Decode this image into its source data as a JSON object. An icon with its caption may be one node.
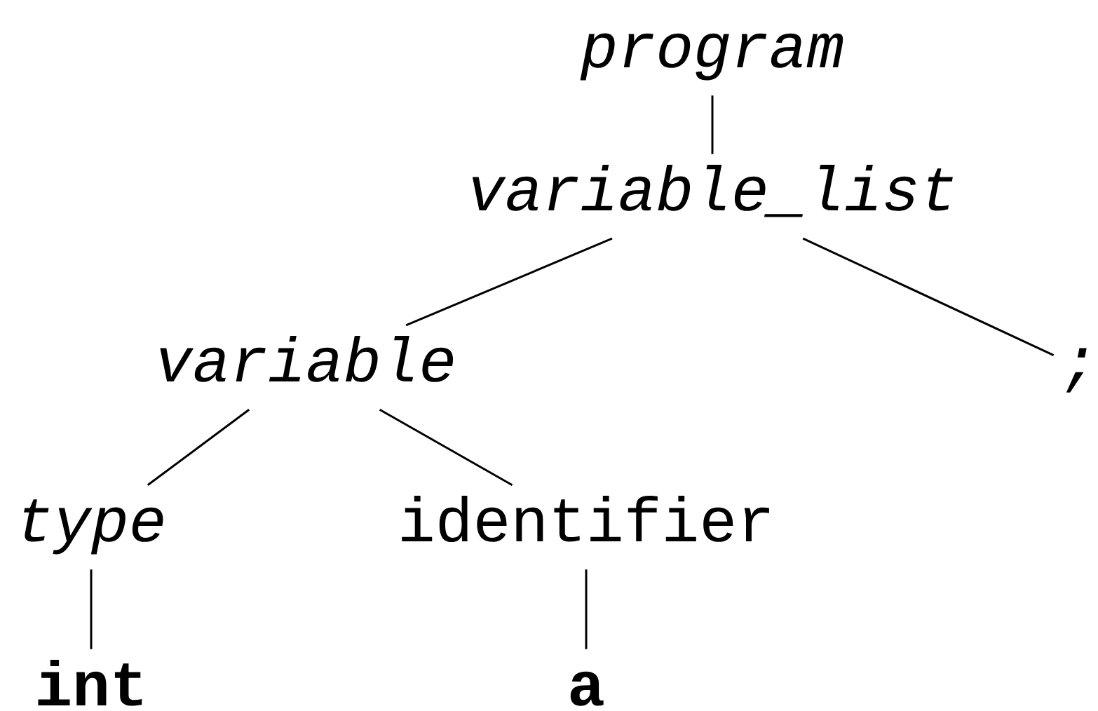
{
  "diagram": {
    "nodes": [
      {
        "text": [
          "program"
        ]
      },
      {
        "text": [
          "variable_list"
        ]
      },
      {
        "text": [
          "variable"
        ]
      },
      {
        "text": [
          ";"
        ]
      },
      {
        "text": [
          "type"
        ]
      },
      {
        "text": [
          "identifier"
        ]
      },
      {
        "text": [
          "int"
        ]
      },
      {
        "text": [
          "a"
        ]
      }
    ],
    "edges": [
      {
        "from": 0,
        "to": 1,
        "arrow": "none"
      },
      {
        "from": 1,
        "to": 2,
        "arrow": "none"
      },
      {
        "from": 1,
        "to": 3,
        "arrow": "none"
      },
      {
        "from": 2,
        "to": 4,
        "arrow": "none"
      },
      {
        "from": 2,
        "to": 5,
        "arrow": "none"
      },
      {
        "from": 4,
        "to": 6,
        "arrow": "none"
      },
      {
        "from": 5,
        "to": 7,
        "arrow": "none"
      }
    ]
  }
}
